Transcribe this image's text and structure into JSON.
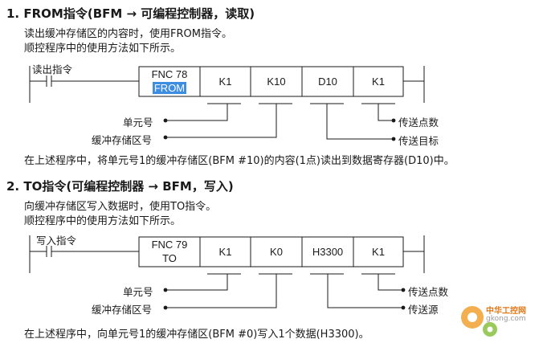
{
  "section1": {
    "title": "1. FROM指令(BFM → 可编程控制器，读取)",
    "line1": "读出缓冲存储区的内容时，使用FROM指令。",
    "line2": "顺控程序中的使用方法如下所示。",
    "input_label": "读出指令",
    "fnc": "FNC 78",
    "mnemonic": "FROM",
    "operands": [
      "K1",
      "K10",
      "D10",
      "K1"
    ],
    "label_unit": "单元号",
    "label_buffer": "缓冲存储区号",
    "label_count": "传送点数",
    "label_dest": "传送目标",
    "footer": "在上述程序中，将单元号1的缓冲存储区(BFM #10)的内容(1点)读出到数据寄存器(D10)中。"
  },
  "section2": {
    "title": "2. TO指令(可编程控制器 → BFM，写入)",
    "line1": "向缓冲存储区写入数据时，使用TO指令。",
    "line2": "顺控程序中的使用方法如下所示。",
    "input_label": "写入指令",
    "fnc": "FNC 79",
    "mnemonic": "TO",
    "operands": [
      "K1",
      "K0",
      "H3300",
      "K1"
    ],
    "label_unit": "单元号",
    "label_buffer": "缓冲存储区号",
    "label_count": "传送点数",
    "label_source": "传送源",
    "footer": "在上述程序中，向单元号1的缓冲存储区(BFM #0)写入1个数据(H3300)。"
  },
  "watermark": {
    "brand": "中华工控网",
    "url": "gkong.com"
  },
  "colors": {
    "highlight": "#3d8de0",
    "line": "#1a1a1a",
    "watermark": "#e07818"
  }
}
